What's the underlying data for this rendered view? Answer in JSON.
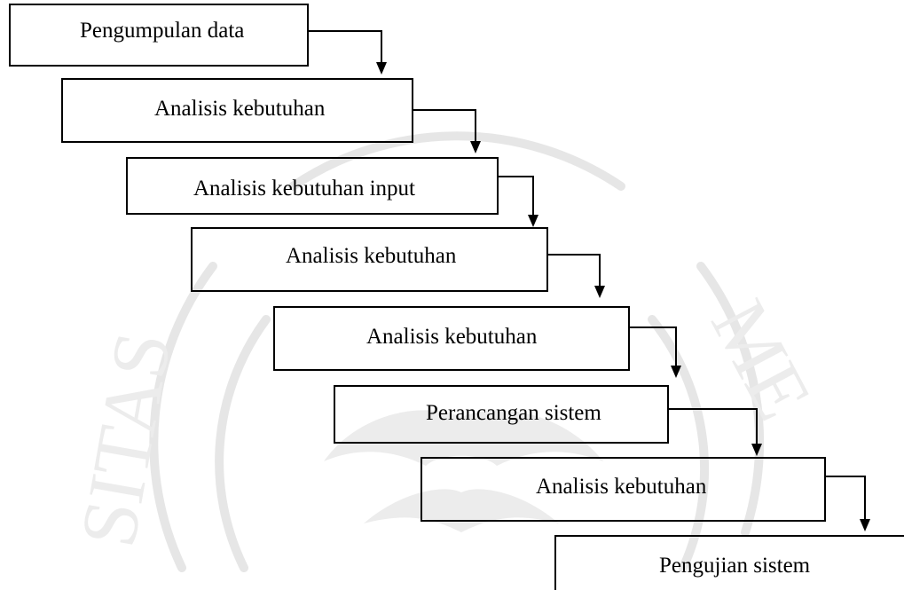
{
  "steps": [
    {
      "label": "Pengumpulan data"
    },
    {
      "label": "Analisis kebutuhan"
    },
    {
      "label": "Analisis kebutuhan input"
    },
    {
      "label": "Analisis kebutuhan"
    },
    {
      "label": "Analisis kebutuhan"
    },
    {
      "label": "Perancangan sistem"
    },
    {
      "label": "Analisis kebutuhan"
    },
    {
      "label": "Pengujian sistem"
    }
  ],
  "colors": {
    "line": "#000000",
    "watermark": "#dcdcdc"
  },
  "icons": {
    "watermark": "university-seal-watermark-icon"
  }
}
